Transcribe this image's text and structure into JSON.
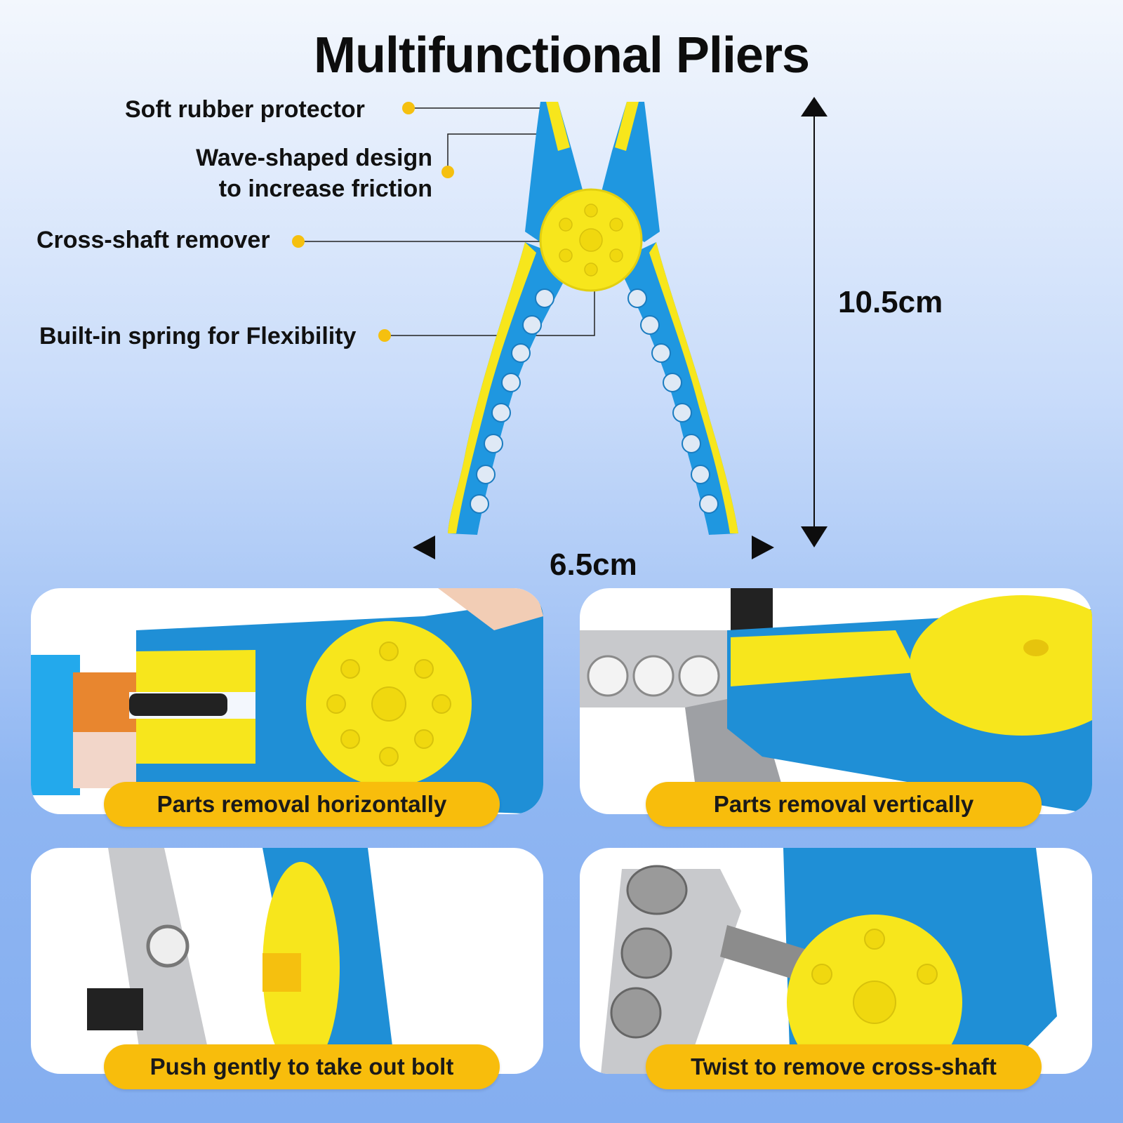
{
  "title": "Multifunctional Pliers",
  "callouts": {
    "soft_rubber": "Soft rubber protector",
    "wave_line1": "Wave-shaped design",
    "wave_line2": "to increase friction",
    "cross_shaft": "Cross-shaft remover",
    "spring": "Built-in spring for Flexibility"
  },
  "dimensions": {
    "height": "10.5cm",
    "width": "6.5cm"
  },
  "cards": [
    {
      "label": "Parts removal horizontally"
    },
    {
      "label": "Parts removal vertically"
    },
    {
      "label": "Push gently to take out bolt"
    },
    {
      "label": "Twist to remove cross-shaft"
    }
  ],
  "colors": {
    "plier_blue": "#1f97e0",
    "plier_yellow": "#f7e61c",
    "dot_yellow": "#f5c00f",
    "pill_yellow": "#f8bd0c",
    "grey_part": "#c8c9cc"
  }
}
